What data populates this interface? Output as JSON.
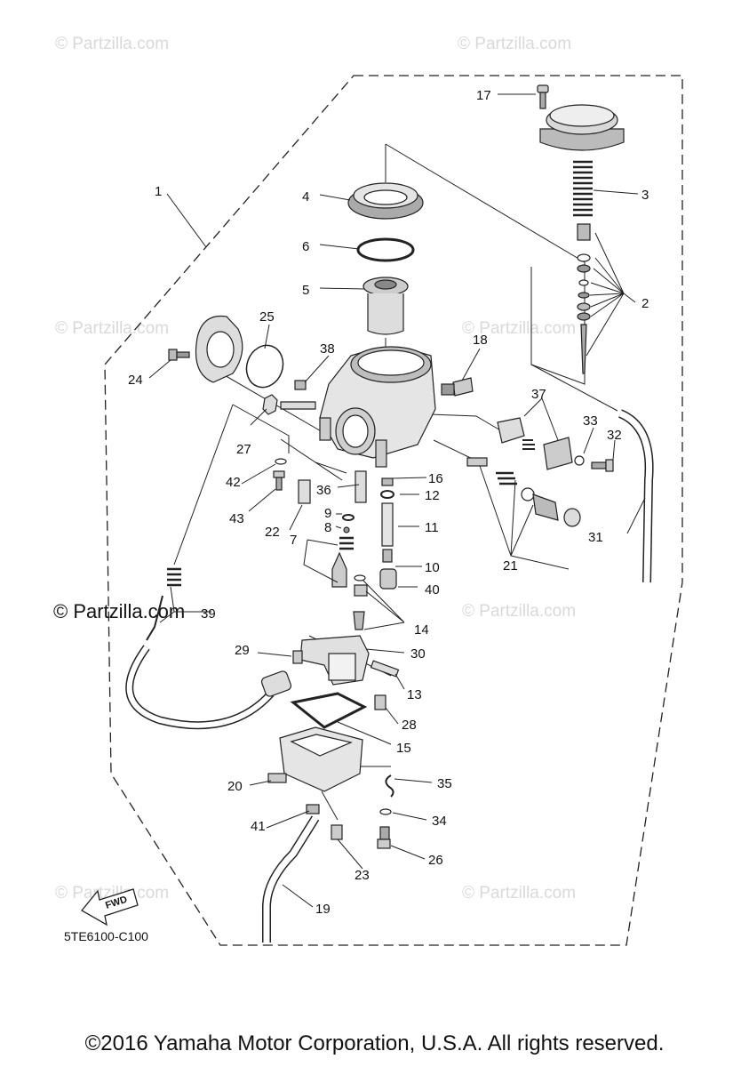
{
  "watermark": "© Partzilla.com",
  "watermark_prominent": "© Partzilla.com",
  "diagram_code": "5TE6100-C100",
  "fwd_label": "FWD",
  "copyright": "©2016 Yamaha Motor Corporation, U.S.A. All rights reserved.",
  "callouts": {
    "c1": "1",
    "c2": "2",
    "c3": "3",
    "c4": "4",
    "c5": "5",
    "c6": "6",
    "c7": "7",
    "c8": "8",
    "c9": "9",
    "c10": "10",
    "c11": "11",
    "c12": "12",
    "c13": "13",
    "c14": "14",
    "c15": "15",
    "c16": "16",
    "c17": "17",
    "c18": "18",
    "c19": "19",
    "c20": "20",
    "c21": "21",
    "c22": "22",
    "c23": "23",
    "c24": "24",
    "c25": "25",
    "c26": "26",
    "c27": "27",
    "c28": "28",
    "c29": "29",
    "c30": "30",
    "c31": "31",
    "c32": "32",
    "c33": "33",
    "c34": "34",
    "c35": "35",
    "c36": "36",
    "c37": "37",
    "c38": "38",
    "c39": "39",
    "c40": "40",
    "c41": "41",
    "c42": "42",
    "c43": "43"
  }
}
